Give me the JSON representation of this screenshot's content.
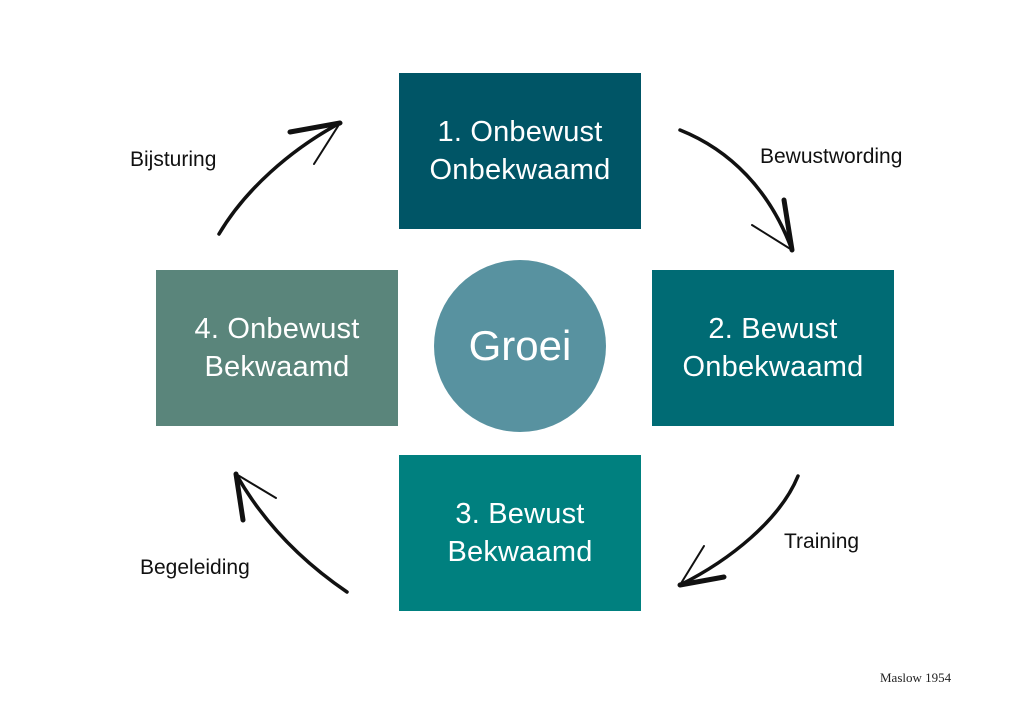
{
  "steps": [
    {
      "line1": "1. Onbewust",
      "line2": "Onbekwaamd"
    },
    {
      "line1": "2. Bewust",
      "line2": "Onbekwaamd"
    },
    {
      "line1": "3. Bewust",
      "line2": "Bekwaamd"
    },
    {
      "line1": "4. Onbewust",
      "line2": "Bekwaamd"
    }
  ],
  "center": {
    "label": "Groei"
  },
  "transitions": {
    "bewustwording": "Bewustwording",
    "training": "Training",
    "begeleiding": "Begeleiding",
    "bijsturing": "Bijsturing"
  },
  "source": "Maslow 1954",
  "colors": {
    "step1": "#005566",
    "step2": "#006b74",
    "step3": "#00807f",
    "step4": "#5a857b",
    "center": "#5892a0"
  }
}
